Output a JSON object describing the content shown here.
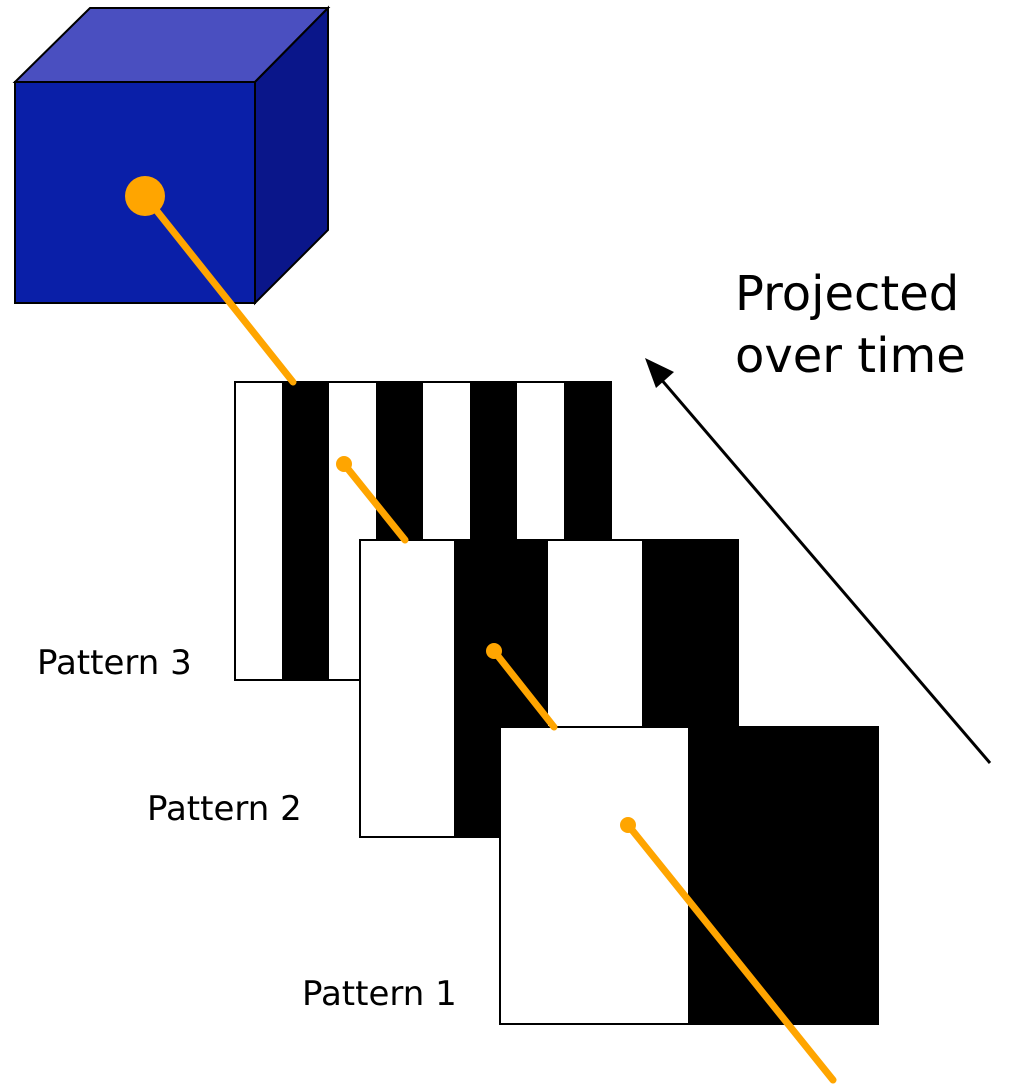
{
  "labels": {
    "projected_line1": "Projected",
    "projected_line2": "over time",
    "pattern_3": "Pattern 3",
    "pattern_2": "Pattern 2",
    "pattern_1": "Pattern 1"
  },
  "colors": {
    "cube_front": "#0A1FA8",
    "cube_top": "#4A4FC0",
    "cube_side": "#0A168A",
    "ray": "#FFA500",
    "stripe_dark": "#000000",
    "stripe_light": "#FFFFFF"
  },
  "patterns": [
    {
      "name": "Pattern 3",
      "stripes": 8
    },
    {
      "name": "Pattern 2",
      "stripes": 4
    },
    {
      "name": "Pattern 1",
      "stripes": 2
    }
  ]
}
